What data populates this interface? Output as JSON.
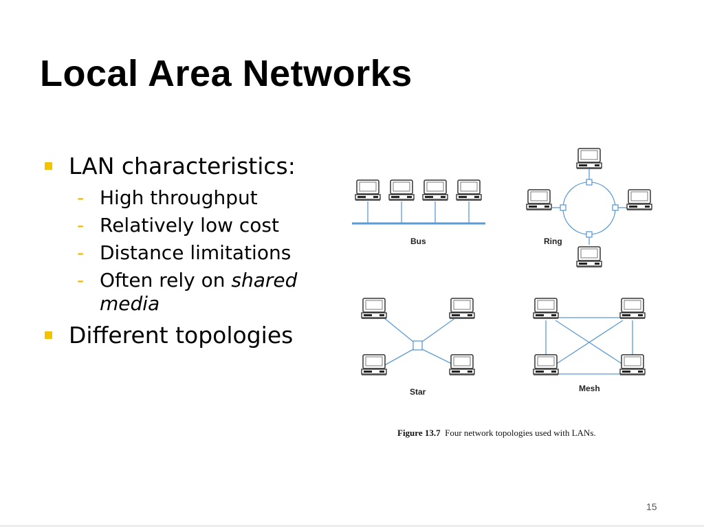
{
  "slide": {
    "title": "Local Area Networks",
    "page_number": "15"
  },
  "bullets": {
    "item1": "LAN characteristics:",
    "sub1": "High throughput",
    "sub2": "Relatively low cost",
    "sub3": "Distance limitations",
    "sub4_pre": "Often rely on ",
    "sub4_em1": "shared",
    "sub4_em2": "media",
    "item2": "Different topologies",
    "sub_marker": "-"
  },
  "figure": {
    "labels": {
      "bus": "Bus",
      "ring": "Ring",
      "star": "Star",
      "mesh": "Mesh"
    },
    "caption_label": "Figure 13.7",
    "caption_text": "Four network topologies used with LANs.",
    "colors": {
      "link": "#5b9bd5",
      "computer_outline": "#333333",
      "bullet_accent": "#f2c300"
    }
  }
}
